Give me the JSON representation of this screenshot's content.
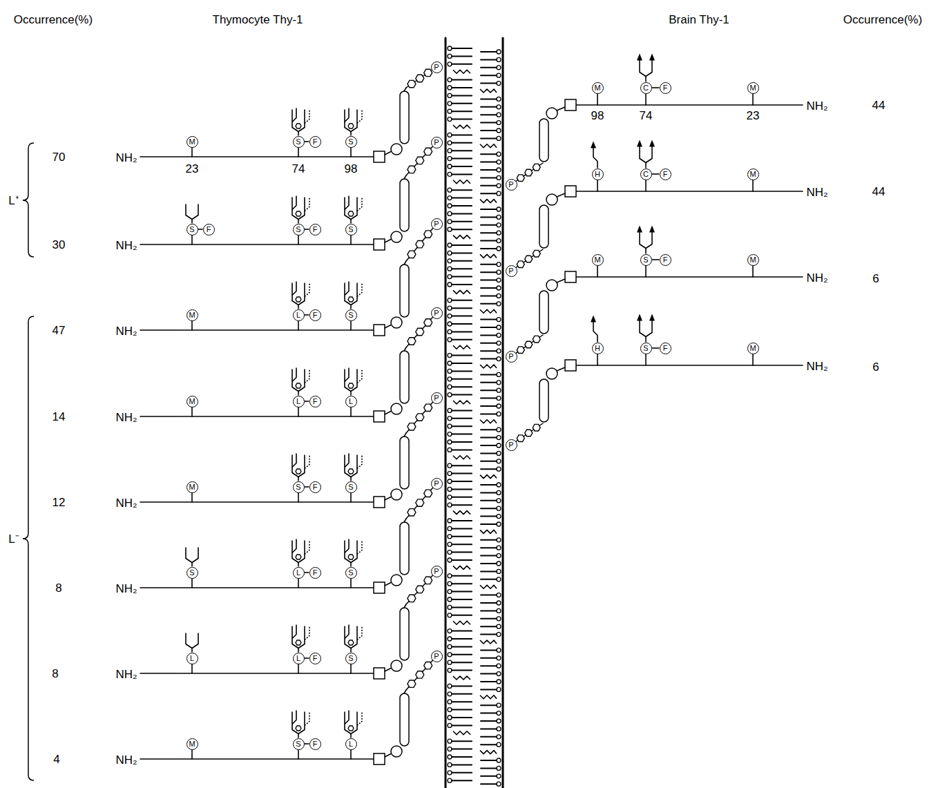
{
  "diagram": {
    "nodes": [
      {
        "text": [
          "M"
        ]
      },
      {
        "text": [
          "S"
        ]
      },
      {
        "text": [
          "F"
        ]
      },
      {
        "text": [
          "S"
        ]
      },
      {
        "text": [
          "P"
        ]
      },
      {
        "text": [
          "S"
        ]
      },
      {
        "text": [
          "F"
        ]
      },
      {
        "text": [
          "S"
        ]
      },
      {
        "text": [
          "F"
        ]
      },
      {
        "text": [
          "S"
        ]
      },
      {
        "text": [
          "P"
        ]
      },
      {
        "text": [
          "M"
        ]
      },
      {
        "text": [
          "L"
        ]
      },
      {
        "text": [
          "F"
        ]
      },
      {
        "text": [
          "S"
        ]
      },
      {
        "text": [
          "P"
        ]
      },
      {
        "text": [
          "M"
        ]
      },
      {
        "text": [
          "L"
        ]
      },
      {
        "text": [
          "F"
        ]
      },
      {
        "text": [
          "L"
        ]
      },
      {
        "text": [
          "P"
        ]
      },
      {
        "text": [
          "M"
        ]
      },
      {
        "text": [
          "S"
        ]
      },
      {
        "text": [
          "F"
        ]
      },
      {
        "text": [
          "S"
        ]
      },
      {
        "text": [
          "P"
        ]
      },
      {
        "text": [
          "S"
        ]
      },
      {
        "text": [
          "L"
        ]
      },
      {
        "text": [
          "F"
        ]
      },
      {
        "text": [
          "S"
        ]
      },
      {
        "text": [
          "P"
        ]
      },
      {
        "text": [
          "L"
        ]
      },
      {
        "text": [
          "L"
        ]
      },
      {
        "text": [
          "F"
        ]
      },
      {
        "text": [
          "S"
        ]
      },
      {
        "text": [
          "P"
        ]
      },
      {
        "text": [
          "M"
        ]
      },
      {
        "text": [
          "S"
        ]
      },
      {
        "text": [
          "F"
        ]
      },
      {
        "text": [
          "L"
        ]
      },
      {
        "text": [
          "P"
        ]
      },
      {
        "text": [
          "M"
        ]
      },
      {
        "text": [
          "C"
        ]
      },
      {
        "text": [
          "F"
        ]
      },
      {
        "text": [
          "M"
        ]
      },
      {
        "text": [
          "P"
        ]
      },
      {
        "text": [
          "H"
        ]
      },
      {
        "text": [
          "C"
        ]
      },
      {
        "text": [
          "F"
        ]
      },
      {
        "text": [
          "M"
        ]
      },
      {
        "text": [
          "P"
        ]
      },
      {
        "text": [
          "M"
        ]
      },
      {
        "text": [
          "S"
        ]
      },
      {
        "text": [
          "F"
        ]
      },
      {
        "text": [
          "M"
        ]
      },
      {
        "text": [
          "P"
        ]
      },
      {
        "text": [
          "H"
        ]
      },
      {
        "text": [
          "S"
        ]
      },
      {
        "text": [
          "F"
        ]
      },
      {
        "text": [
          "M"
        ]
      },
      {
        "text": [
          "P"
        ]
      }
    ],
    "edges": [
      {
        "from": 1,
        "to": 2,
        "arrow": "none"
      },
      {
        "from": 5,
        "to": 6,
        "arrow": "none"
      },
      {
        "from": 7,
        "to": 8,
        "arrow": "none"
      },
      {
        "from": 12,
        "to": 13,
        "arrow": "none"
      },
      {
        "from": 17,
        "to": 18,
        "arrow": "none"
      },
      {
        "from": 22,
        "to": 23,
        "arrow": "none"
      },
      {
        "from": 27,
        "to": 28,
        "arrow": "none"
      },
      {
        "from": 32,
        "to": 33,
        "arrow": "none"
      },
      {
        "from": 37,
        "to": 38,
        "arrow": "none"
      },
      {
        "from": 42,
        "to": 43,
        "arrow": "none"
      },
      {
        "from": 47,
        "to": 48,
        "arrow": "none"
      },
      {
        "from": 52,
        "to": 53,
        "arrow": "none"
      },
      {
        "from": 57,
        "to": 58,
        "arrow": "none"
      }
    ],
    "labels": [
      "Occurrence(%)",
      "Thymocyte Thy-1",
      "Brain Thy-1",
      "Occurrence(%)",
      "L⁺",
      "70",
      "NH₂",
      "23",
      "74",
      "98",
      "30",
      "NH₂",
      "47",
      "NH₂",
      "L⁻",
      "14",
      "NH₂",
      "12",
      "NH₂",
      "8",
      "NH₂",
      "8",
      "NH₂",
      "4",
      "NH₂",
      "98",
      "74",
      "23",
      "NH₂",
      "44",
      "NH₂",
      "44",
      "NH₂",
      "6",
      "NH₂",
      "6"
    ]
  }
}
